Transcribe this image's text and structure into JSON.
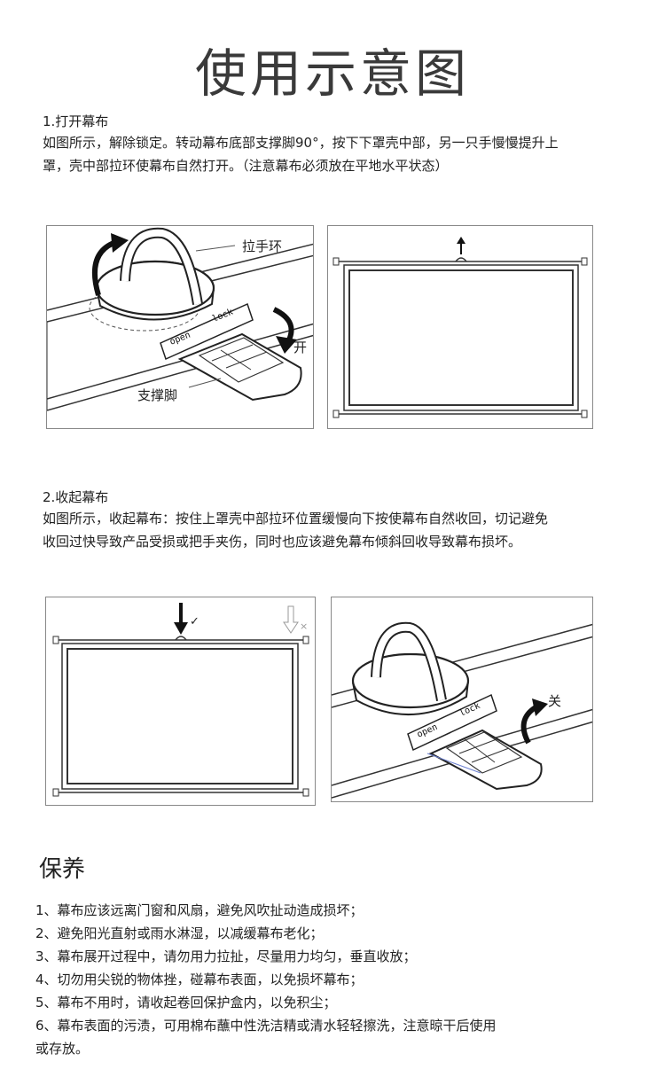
{
  "title": "使用示意图",
  "section1": {
    "heading": "1.打开幕布",
    "line1": "如图所示，解除锁定。转动幕布底部支撑脚90°，按下下罩壳中部，另一只手慢慢提升上",
    "line2": "罩，壳中部拉环使幕布自然打开。（注意幕布必须放在平地水平状态）",
    "labels": {
      "handle": "拉手环",
      "open": "开",
      "stand": "支撑脚",
      "word_open": "open",
      "word_lock": "lock"
    }
  },
  "section2": {
    "heading": "2.收起幕布",
    "line1": "如图所示，收起幕布：按住上罩壳中部拉环位置缓慢向下按使幕布自然收回，切记避免",
    "line2": "收回过快导致产品受损或把手夹伤，同时也应该避免幕布倾斜回收导致幕布损坏。",
    "labels": {
      "close": "关",
      "word_open": "open",
      "word_lock": "lock",
      "check": "✓",
      "cross": "×"
    }
  },
  "care": {
    "title": "保养",
    "items": [
      "1、幕布应该远离门窗和风扇，避免风吹扯动造成损坏；",
      "2、避免阳光直射或雨水淋湿，以减缓幕布老化；",
      "3、幕布展开过程中，请勿用力拉扯，尽量用力均匀，垂直收放；",
      "4、切勿用尖锐的物体挫，碰幕布表面，以免损坏幕布；",
      "5、幕布不用时，请收起卷回保护盒内，以免积尘；",
      "6、幕布表面的污渍，可用棉布蘸中性洗洁精或清水轻轻擦洗，注意晾干后使用",
      "或存放。"
    ]
  }
}
